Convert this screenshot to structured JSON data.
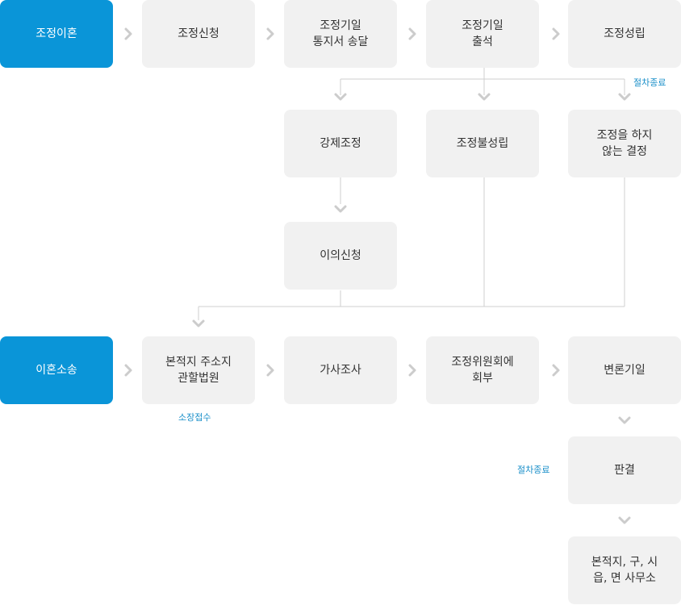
{
  "mediation": {
    "start": "조정이혼",
    "steps": [
      "조정신청",
      "조정기일\n통지서 송달",
      "조정기일\n출석",
      "조정성립"
    ],
    "end_note": "절차종료",
    "branches": [
      "강제조정",
      "조정불성립",
      "조정을 하지\n않는 결정"
    ],
    "objection": "이의신청"
  },
  "litigation": {
    "start": "이혼소송",
    "steps": [
      "본적지 주소지\n관할법원",
      "가사조사",
      "조정위원회에\n회부",
      "변론기일"
    ],
    "filing_note": "소장접수",
    "judgment": "판결",
    "end_note": "절차종료",
    "final": "본적지, 구, 시\n읍, 면 사무소"
  },
  "colors": {
    "primary": "#0a95d8",
    "box": "#f1f1f1",
    "line": "#cfcfcf",
    "note": "#1a8fc9"
  }
}
